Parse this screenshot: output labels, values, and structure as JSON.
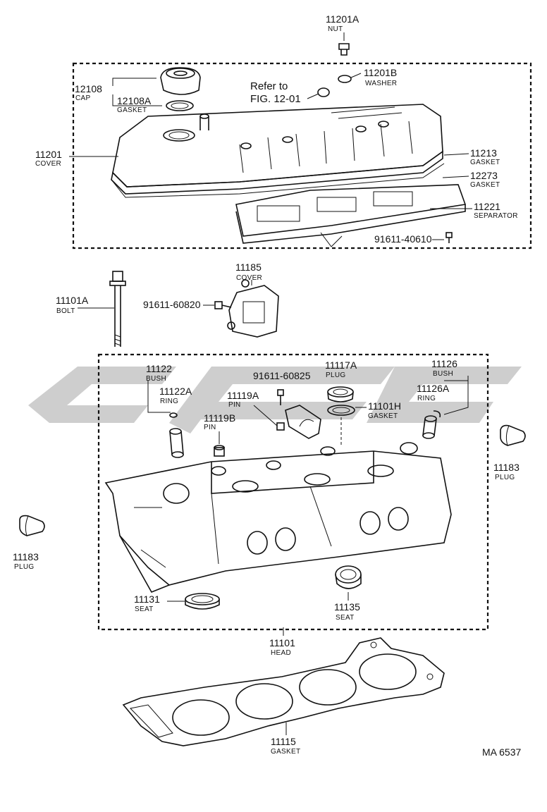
{
  "figure_code": "MA 6537",
  "refer_note": {
    "line1": "Refer to",
    "line2": "FIG. 12-01"
  },
  "parts": [
    {
      "id": "11201A",
      "name": "NUT"
    },
    {
      "id": "11201B",
      "name": "WASHER"
    },
    {
      "id": "12108",
      "name": "CAP"
    },
    {
      "id": "12108A",
      "name": "GASKET"
    },
    {
      "id": "11201",
      "name": "COVER"
    },
    {
      "id": "11213",
      "name": "GASKET"
    },
    {
      "id": "12273",
      "name": "GASKET"
    },
    {
      "id": "11221",
      "name": "SEPARATOR"
    },
    {
      "id": "91611-40610",
      "name": ""
    },
    {
      "id": "11185",
      "name": "COVER"
    },
    {
      "id": "91611-60820",
      "name": ""
    },
    {
      "id": "11101A",
      "name": "BOLT"
    },
    {
      "id": "11122",
      "name": "BUSH"
    },
    {
      "id": "11122A",
      "name": "RING"
    },
    {
      "id": "91611-60825",
      "name": ""
    },
    {
      "id": "11117A",
      "name": "PLUG"
    },
    {
      "id": "11101H",
      "name": "GASKET"
    },
    {
      "id": "11126",
      "name": "BUSH"
    },
    {
      "id": "11126A",
      "name": "RING"
    },
    {
      "id": "11119A",
      "name": "PIN"
    },
    {
      "id": "11119B",
      "name": "PIN"
    },
    {
      "id": "11183",
      "name": "PLUG"
    },
    {
      "id": "11183",
      "name": "PLUG"
    },
    {
      "id": "11131",
      "name": "SEAT"
    },
    {
      "id": "11135",
      "name": "SEAT"
    },
    {
      "id": "11101",
      "name": "HEAD"
    },
    {
      "id": "11115",
      "name": "GASKET"
    }
  ]
}
